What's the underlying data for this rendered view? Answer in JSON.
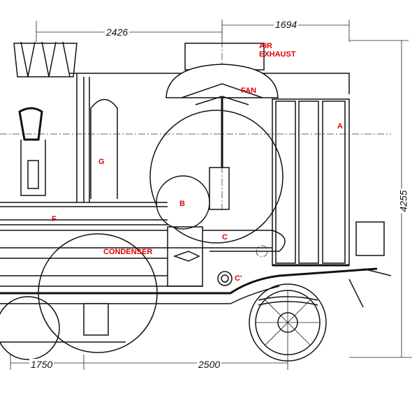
{
  "dimensions": {
    "top_left": "2426",
    "top_right": "1694",
    "height": "4255",
    "bottom_left": "1750",
    "bottom_right": "2500"
  },
  "labels": {
    "air_exhaust_line1": "AIR",
    "air_exhaust_line2": "EXHAUST",
    "fan": "FAN",
    "a": "A",
    "g": "G",
    "b": "B",
    "f": "F",
    "c": "C",
    "condenser": "CONDENSER",
    "c_prime": "C'"
  },
  "colors": {
    "label": "#e00000",
    "line": "#111111"
  }
}
